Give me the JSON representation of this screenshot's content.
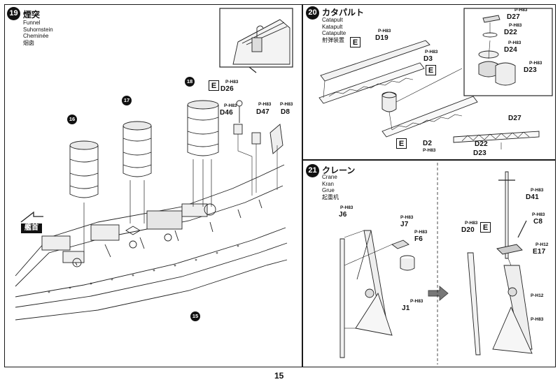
{
  "page_number": "15",
  "steps": {
    "funnel": {
      "num": "19",
      "title": "煙突",
      "translations": [
        "Funnel",
        "Suhornstein",
        "Cheminée",
        "烟囱"
      ],
      "funnel_numbers": [
        "16",
        "17",
        "18"
      ],
      "hull_number": "15",
      "bow_label": "艦首",
      "parts": {
        "d26": "D26",
        "d46": "D46",
        "d47": "D47",
        "d8": "D8"
      },
      "e_marker": "E"
    },
    "catapult": {
      "num": "20",
      "title": "カタパルト",
      "translations": [
        "Catapult",
        "Katapult",
        "Catapulte",
        "射弾装置"
      ],
      "parts": {
        "d19": "D19",
        "d3": "D3",
        "d2": "D2",
        "d27": "D27",
        "d22": "D22",
        "d24": "D24",
        "d23": "D23",
        "d27b": "D27",
        "d22b": "D22",
        "d23b": "D23"
      },
      "e_marker": "E"
    },
    "crane": {
      "num": "21",
      "title": "クレーン",
      "translations": [
        "Crane",
        "Kran",
        "Grue",
        "起重机"
      ],
      "parts": {
        "j6": "J6",
        "j7": "J7",
        "f6": "F6",
        "j1": "J1",
        "d41": "D41",
        "c8": "C8",
        "d20": "D20",
        "e17": "E17"
      },
      "e_marker": "E"
    }
  },
  "sprue_tag": "P-H83",
  "sprue_tag_alt": "P-H12"
}
